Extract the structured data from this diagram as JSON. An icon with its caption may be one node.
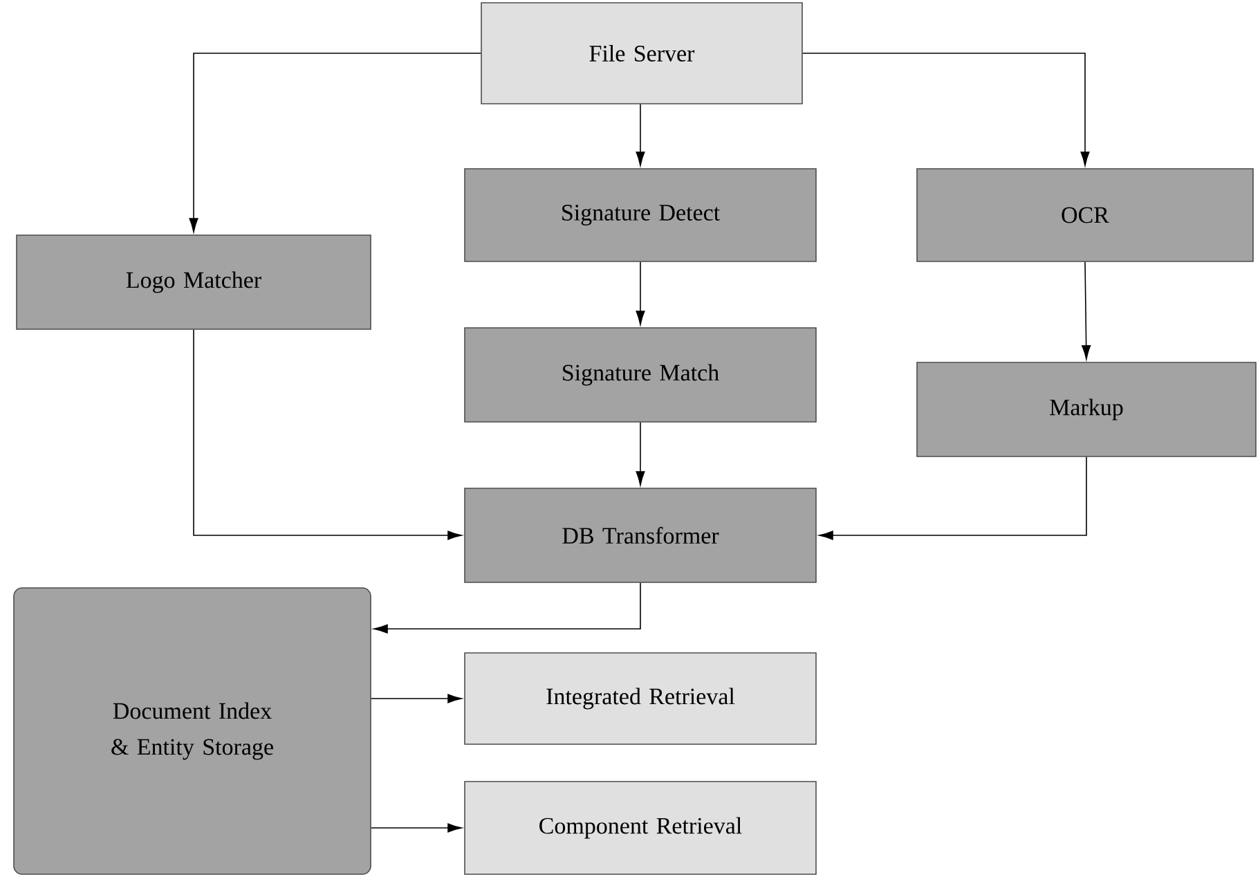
{
  "diagram": {
    "nodes": [
      {
        "text": [
          "File Server"
        ]
      },
      {
        "text": [
          "Logo Matcher"
        ]
      },
      {
        "text": [
          "Signature Detect"
        ]
      },
      {
        "text": [
          "OCR"
        ]
      },
      {
        "text": [
          "Signature Match"
        ]
      },
      {
        "text": [
          "Markup"
        ]
      },
      {
        "text": [
          "DB Transformer"
        ]
      },
      {
        "text": [
          "Document Index & Entity Storage"
        ]
      },
      {
        "text": [
          "Integrated Retrieval"
        ]
      },
      {
        "text": [
          "Component Retrieval"
        ]
      }
    ],
    "edges": [
      {
        "from": 0,
        "to": 1,
        "arrow": "to"
      },
      {
        "from": 0,
        "to": 2,
        "arrow": "to"
      },
      {
        "from": 0,
        "to": 3,
        "arrow": "to"
      },
      {
        "from": 2,
        "to": 4,
        "arrow": "to"
      },
      {
        "from": 4,
        "to": 6,
        "arrow": "to"
      },
      {
        "from": 1,
        "to": 6,
        "arrow": "to"
      },
      {
        "from": 5,
        "to": 6,
        "arrow": "to"
      },
      {
        "from": 3,
        "to": 5,
        "arrow": "to"
      },
      {
        "from": 6,
        "to": 7,
        "arrow": "to"
      },
      {
        "from": 7,
        "to": 8,
        "arrow": "to"
      },
      {
        "from": 7,
        "to": 9,
        "arrow": "to"
      }
    ]
  }
}
